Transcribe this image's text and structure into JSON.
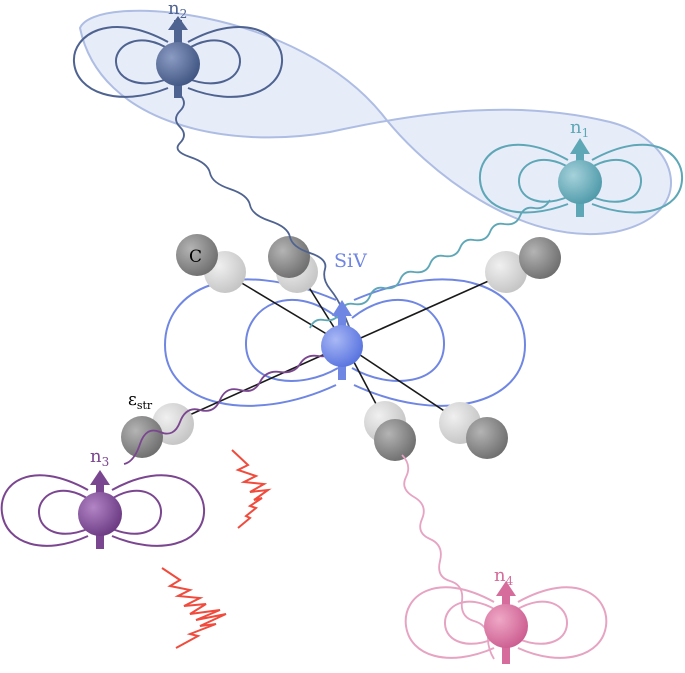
{
  "labels": {
    "siv": "SiV",
    "carbon": "C",
    "strain": "εstr",
    "n1": "n1",
    "n2": "n2",
    "n3": "n3",
    "n4": "n4"
  },
  "label_parts": {
    "strain_symbol": "ε",
    "strain_sub": "str",
    "n_symbol": "n",
    "n1_sub": "1",
    "n2_sub": "2",
    "n3_sub": "3",
    "n4_sub": "4"
  },
  "colors": {
    "siv": "#6f86e3",
    "siv_field": "#6f86e3",
    "n1": "#5ea7b6",
    "n2": "#4f6390",
    "n3": "#7b4690",
    "n4": "#d56c9b",
    "carbon": "#7f7f7f",
    "carbon_ghost": "#d0d0d0",
    "strain_pulse": "#f04b3c",
    "entangle_fill": "#dfe6f7",
    "entangle_edge": "#aebde3"
  }
}
